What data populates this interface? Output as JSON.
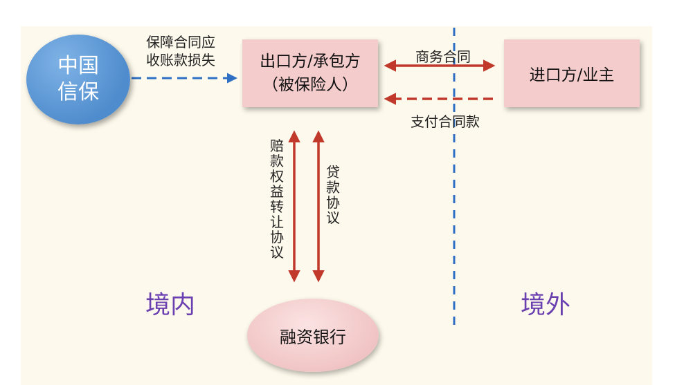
{
  "nodes": {
    "insurer": "中国\n信保",
    "exporter": "出口方/承包方\n（被保险人）",
    "importer": "进口方/业主",
    "bank": "融资银行"
  },
  "edges": {
    "insurance_transfer": "保障合同应\n收账款损失",
    "business_contract": "商务合同",
    "payment": "支付合同款",
    "claim_transfer_agreement": "赔款权益转让协议",
    "loan_agreement": "贷款协议"
  },
  "regions": {
    "domestic": "境内",
    "overseas": "境外"
  },
  "colors": {
    "red_arrow": "#c0392b",
    "blue_dashed": "#2f6fc4",
    "rect_fill": "#f4cccc",
    "region_text": "#6a3fb0"
  }
}
